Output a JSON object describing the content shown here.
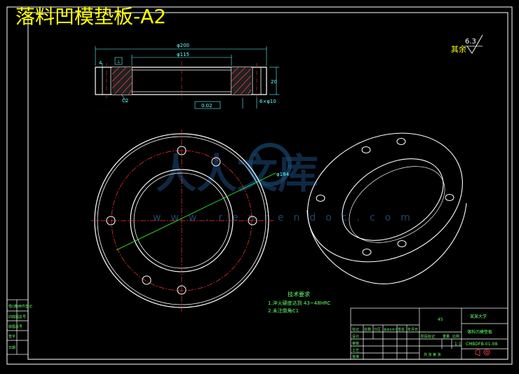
{
  "title": "落料凹模垫板-A2",
  "title_sub": "技术要求",
  "watermark": {
    "text": "人人文库",
    "url": "www.renrendoc.com"
  },
  "roughness": {
    "label": "其余",
    "value": "6.3"
  },
  "section": {
    "dim_overall": "φ200",
    "dim_bore": "φ115",
    "dim_thick": "20",
    "dim_left": "4",
    "tol_box": "⊥",
    "chamfer": "C2",
    "flatness": "0.02",
    "holes": "6×φ10"
  },
  "plan": {
    "dim_pcd": "φ164"
  },
  "notes": {
    "heading": "技术要求",
    "line1": "1.淬火硬度达到 43~48HRC",
    "line2": "2.未注倒角C1"
  },
  "title_block": {
    "material": "45",
    "school": "某某大学",
    "drawing_name": "落料凹模垫板",
    "drawing_no": "CMBDFB-01-08",
    "scale": "1:1",
    "sheet": "共 张 第 张",
    "row_labels": [
      "标记",
      "处数",
      "分区",
      "更改文件号",
      "签名",
      "年月日"
    ],
    "role_labels": [
      "设计",
      "审核",
      "工艺",
      "批准"
    ],
    "stage_labels": [
      "阶段标记",
      "重量",
      "比例"
    ]
  },
  "side_table": {
    "rows": [
      "借(通)用件登记",
      "旧底图总号",
      "底图总号",
      "签字",
      "日期"
    ]
  },
  "colors": {
    "line": "#ffffff",
    "center": "#ff3333",
    "dim": "#66ffff",
    "leader": "#33ff33",
    "text_yellow": "#ffff00",
    "watermark": "#2a5a8a",
    "hatch": "#ff4444",
    "block_text": "#66ff66"
  }
}
